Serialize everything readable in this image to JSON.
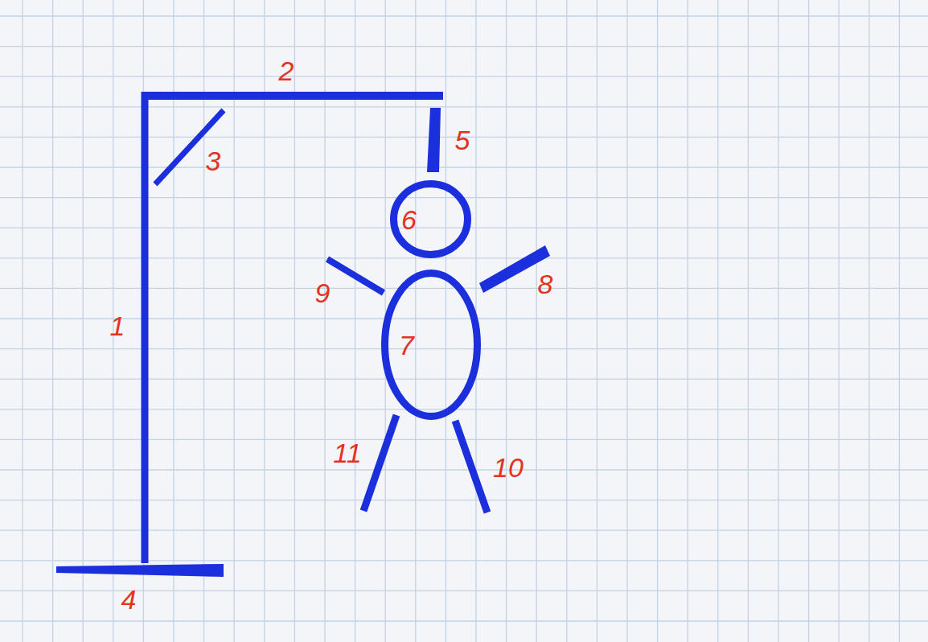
{
  "diagram": {
    "nodes": [
      {
        "text": [
          "6"
        ]
      },
      {
        "text": [
          "7"
        ]
      }
    ],
    "labels": [
      "2",
      "5",
      "3",
      "9",
      "8",
      "1",
      "11",
      "10",
      "4"
    ]
  }
}
